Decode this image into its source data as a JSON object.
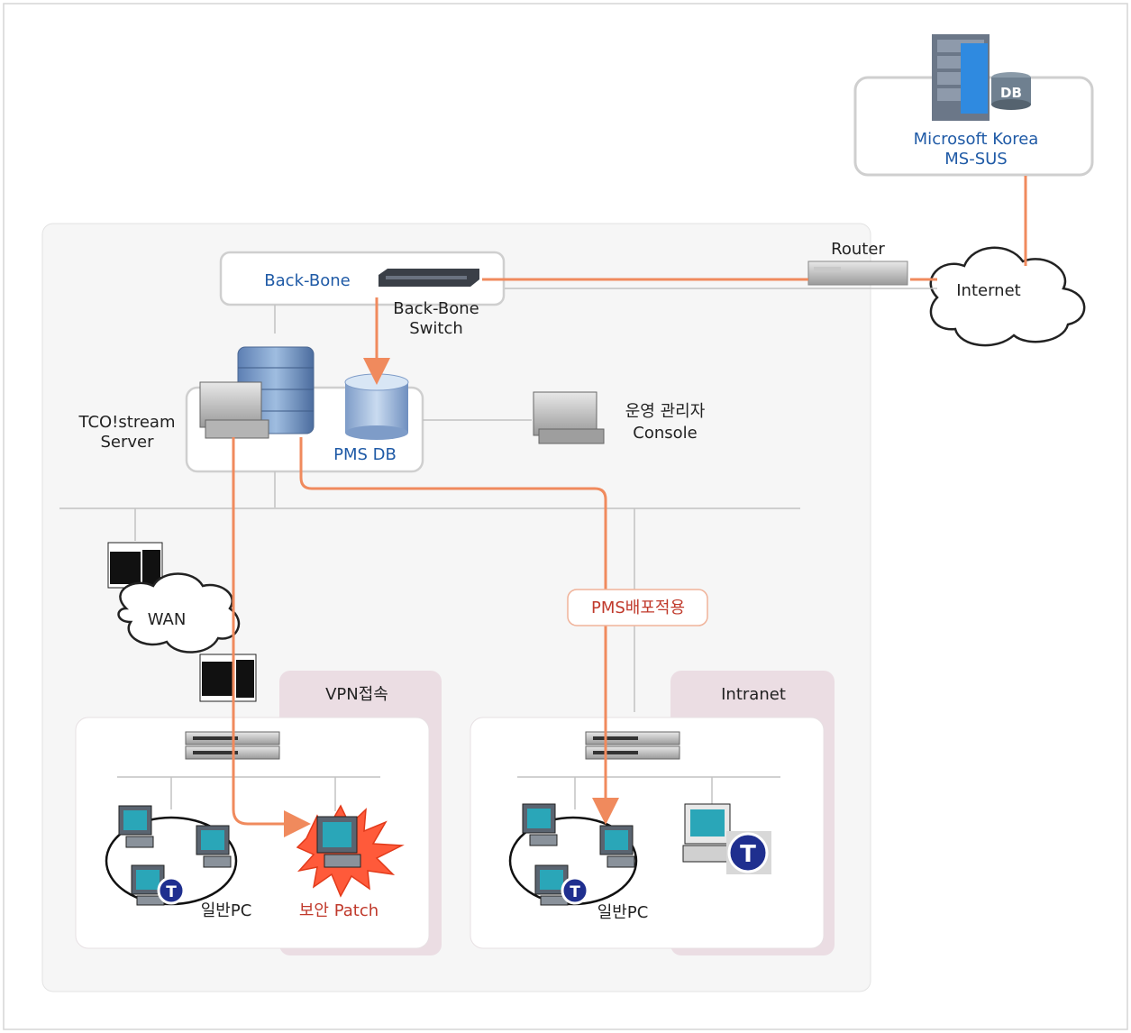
{
  "ms_sus": {
    "line1": "Microsoft Korea",
    "line2": "MS-SUS",
    "db_badge": "DB"
  },
  "router": {
    "label": "Router"
  },
  "internet": {
    "label": "Internet"
  },
  "backbone": {
    "group_label": "Back-Bone",
    "switch_line1": "Back-Bone",
    "switch_line2": "Switch"
  },
  "server": {
    "line1": "TCO!stream",
    "line2": "Server",
    "db_label": "PMS DB"
  },
  "console": {
    "line1": "운영 관리자",
    "line2": "Console"
  },
  "wan": {
    "label": "WAN"
  },
  "pms_deploy": {
    "label": "PMS배포적용"
  },
  "vpn": {
    "zone_label": "VPN접속",
    "pc_label": "일반PC",
    "patch_label": "보안 Patch"
  },
  "intranet": {
    "zone_label": "Intranet",
    "pc_label": "일반PC"
  },
  "agent_badge": "T",
  "colors": {
    "flow": "#f08a5d",
    "frame": "#cccccc",
    "zone": "#ebdde3",
    "text_blue": "#1f5aa6",
    "text_red": "#c0392b"
  }
}
